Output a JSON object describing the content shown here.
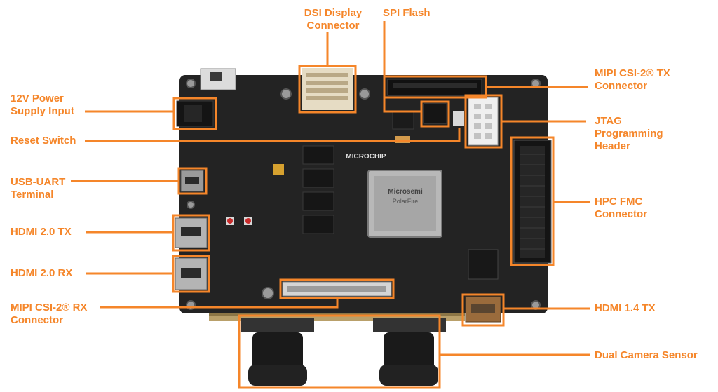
{
  "accent_color": "#f5862a",
  "board": {
    "color": "#232323",
    "vendor_logo_text": "MICROCHIP",
    "fpga_mark": "Microsemi",
    "fpga_part": "PolarFire"
  },
  "callouts": [
    {
      "id": "power",
      "text": "12V Power\nSupply Input"
    },
    {
      "id": "reset",
      "text": "Reset Switch"
    },
    {
      "id": "usb",
      "text": "USB-UART\nTerminal"
    },
    {
      "id": "hdmi-tx",
      "text": "HDMI 2.0 TX"
    },
    {
      "id": "hdmi-rx",
      "text": "HDMI 2.0 RX"
    },
    {
      "id": "mipi-rx",
      "text": "MIPI CSI-2® RX\nConnector"
    },
    {
      "id": "dsi",
      "text": "DSI Display\nConnector"
    },
    {
      "id": "spi",
      "text": "SPI Flash"
    },
    {
      "id": "mipi-tx",
      "text": "MIPI CSI-2® TX\nConnector"
    },
    {
      "id": "jtag",
      "text": "JTAG\nProgramming\nHeader"
    },
    {
      "id": "fmc",
      "text": "HPC FMC\nConnector"
    },
    {
      "id": "hdmi14",
      "text": "HDMI 1.4 TX"
    },
    {
      "id": "camera",
      "text": "Dual Camera Sensor"
    }
  ]
}
